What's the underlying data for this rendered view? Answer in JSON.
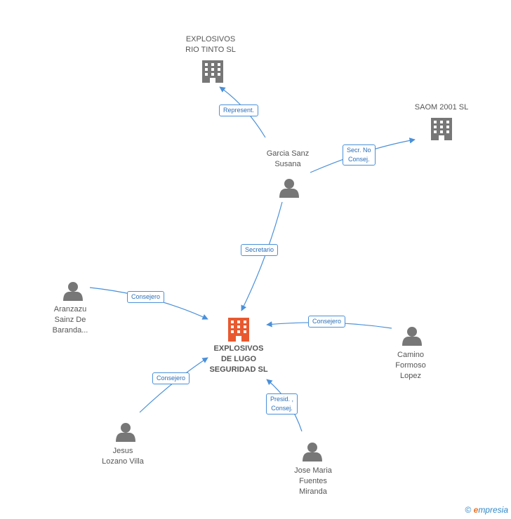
{
  "colors": {
    "edge": "#4a90d9",
    "person": "#777777",
    "company": "#777777",
    "main_company": "#e8592f"
  },
  "nodes": {
    "rio_tinto": {
      "name": "EXPLOSIVOS\nRIO TINTO  SL",
      "icon": "building-icon"
    },
    "saom": {
      "name": "SAOM 2001 SL",
      "icon": "building-icon"
    },
    "garcia": {
      "name": "Garcia Sanz\nSusana",
      "icon": "person-icon"
    },
    "main": {
      "name": "EXPLOSIVOS\nDE LUGO\nSEGURIDAD SL",
      "icon": "building-icon"
    },
    "aranzazu": {
      "name": "Aranzazu\nSainz De\nBaranda...",
      "icon": "person-icon"
    },
    "camino": {
      "name": "Camino\nFormoso\nLopez",
      "icon": "person-icon"
    },
    "jesus": {
      "name": "Jesus\nLozano Villa",
      "icon": "person-icon"
    },
    "jose": {
      "name": "Jose Maria\nFuentes\nMiranda",
      "icon": "person-icon"
    }
  },
  "edges": {
    "garcia_rio": "Represent.",
    "garcia_saom": "Secr.  No\nConsej.",
    "garcia_main": "Secretario",
    "aranzazu_main": "Consejero",
    "camino_main": "Consejero",
    "jesus_main": "Consejero",
    "jose_main": "Presid. ,\nConsej."
  },
  "footer": {
    "copyright": "©",
    "brand_e": "e",
    "brand_rest": "mpresia"
  }
}
